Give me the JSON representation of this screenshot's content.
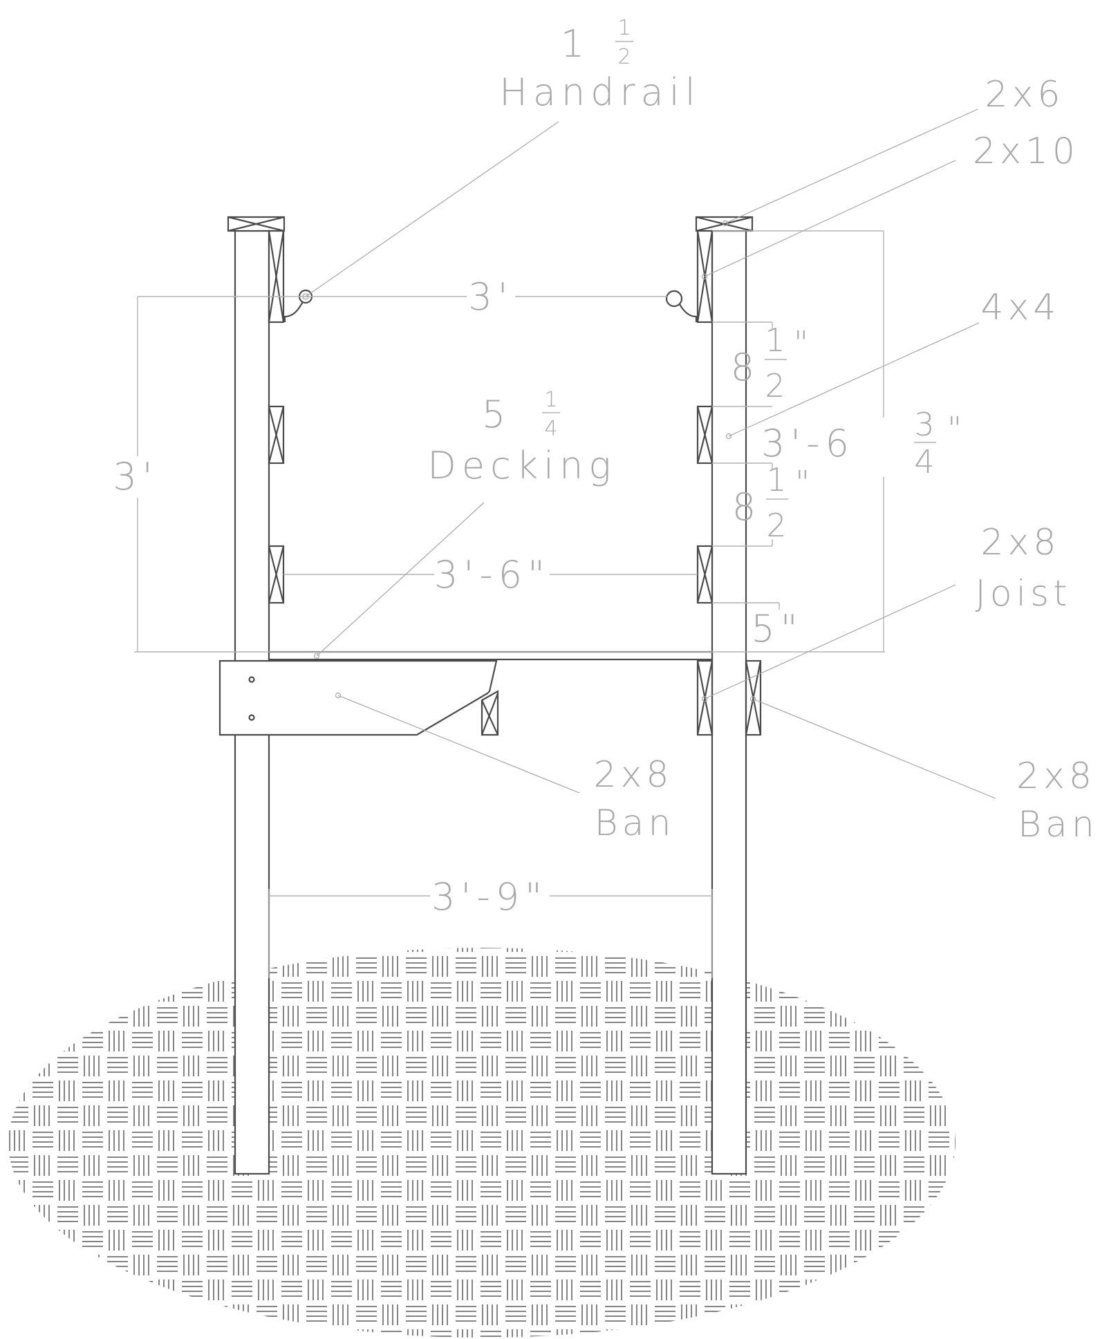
{
  "labels": {
    "handrail_size_whole": "1",
    "handrail_size_num": "1",
    "handrail_size_den": "2",
    "handrail_name": "Handrail",
    "cap_2x6": "2x6",
    "rail_2x10": "2x10",
    "post_4x4": "4x4",
    "decking_size_whole": "5",
    "decking_size_num": "1",
    "decking_size_den": "4",
    "decking_name": "Decking",
    "joist_size": "2x8",
    "joist_name": "Joist",
    "band_left_size": "2x8",
    "band_left_name": "Ban",
    "band_right_size": "2x8",
    "band_right_name": "Ban"
  },
  "dimensions": {
    "handrail_span": "3'",
    "rail_height": "3'",
    "guard_height_main": "3'-6",
    "guard_height_num": "3",
    "guard_height_den": "4",
    "guard_height_inch": "\"",
    "spacing_1_whole": "8",
    "spacing_1_num": "1",
    "spacing_1_den": "2",
    "spacing_1_inch": "\"",
    "spacing_2_whole": "8",
    "spacing_2_num": "1",
    "spacing_2_den": "2",
    "spacing_2_inch": "\"",
    "bottom_gap": "5\"",
    "baluster_span": "3'-6\"",
    "post_span": "3'-9\""
  },
  "colors": {
    "line": "#4a4a4a",
    "dimension": "#b3b3b3",
    "text": "#a9a9a9",
    "soil": "#5a5a5a"
  }
}
